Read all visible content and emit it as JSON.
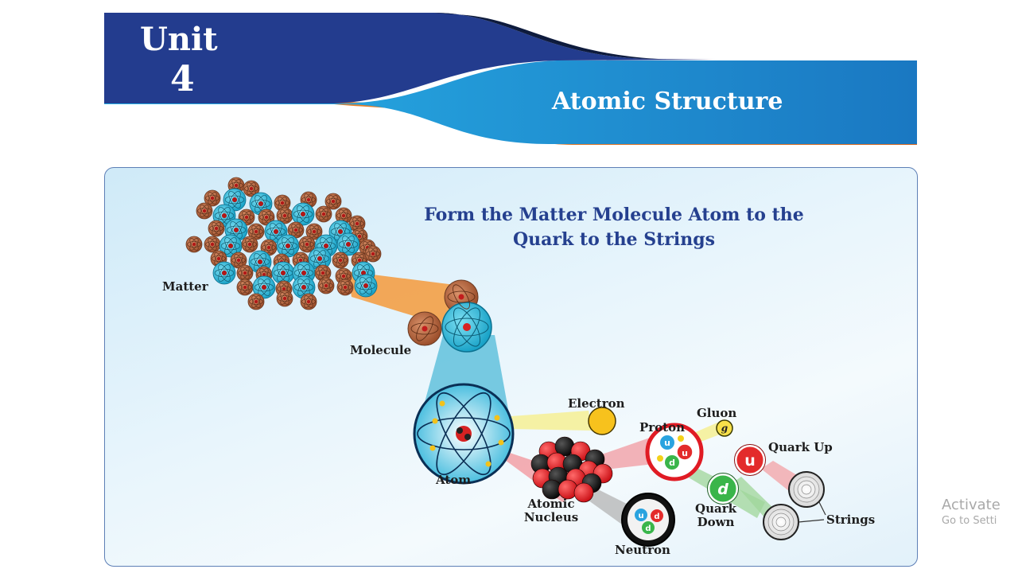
{
  "header": {
    "unit_word": "Unit",
    "unit_number": "4",
    "title": "Atomic Structure",
    "colors": {
      "navy": "#233c8e",
      "sky": "#27a8e0",
      "orange": "#e37a2a"
    }
  },
  "diagram": {
    "headline_line1": "Form the Matter Molecule Atom to the",
    "headline_line2": "Quark to the Strings",
    "labels": {
      "matter": "Matter",
      "molecule": "Molecule",
      "atom": "Atom",
      "electron": "Electron",
      "proton": "Proton",
      "gluon": "Gluon",
      "quark_up": "Quark Up",
      "atomic_nucleus_line1": "Atomic",
      "atomic_nucleus_line2": "Nucleus",
      "quark_down_line1": "Quark",
      "quark_down_line2": "Down",
      "neutron": "Neutron",
      "strings": "Strings"
    },
    "symbols": {
      "up": "u",
      "down": "d",
      "gluon": "g"
    }
  },
  "watermark": {
    "line1": "Activate",
    "line2": "Go to Setti"
  }
}
